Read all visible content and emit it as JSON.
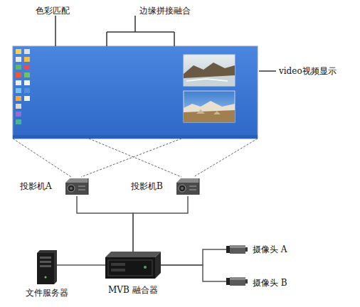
{
  "diagram": {
    "nodes": [
      {
        "text": [
          "投影机A"
        ]
      },
      {
        "text": [
          "投影机B"
        ]
      },
      {
        "text": [
          "文件服务器"
        ]
      },
      {
        "text": [
          "MVB 融合器"
        ]
      },
      {
        "text": [
          "摄像头 A"
        ]
      },
      {
        "text": [
          "摄像头 B"
        ]
      }
    ],
    "edges": [
      {
        "from": 0,
        "to": 3,
        "arrow": "none"
      },
      {
        "from": 1,
        "to": 3,
        "arrow": "none"
      },
      {
        "from": 2,
        "to": 3,
        "arrow": "none"
      },
      {
        "from": 3,
        "to": 4,
        "arrow": "none"
      },
      {
        "from": 3,
        "to": 5,
        "arrow": "none"
      }
    ],
    "labels": [
      "色彩匹配",
      "边缘拼接融合",
      "video视频显示"
    ]
  }
}
